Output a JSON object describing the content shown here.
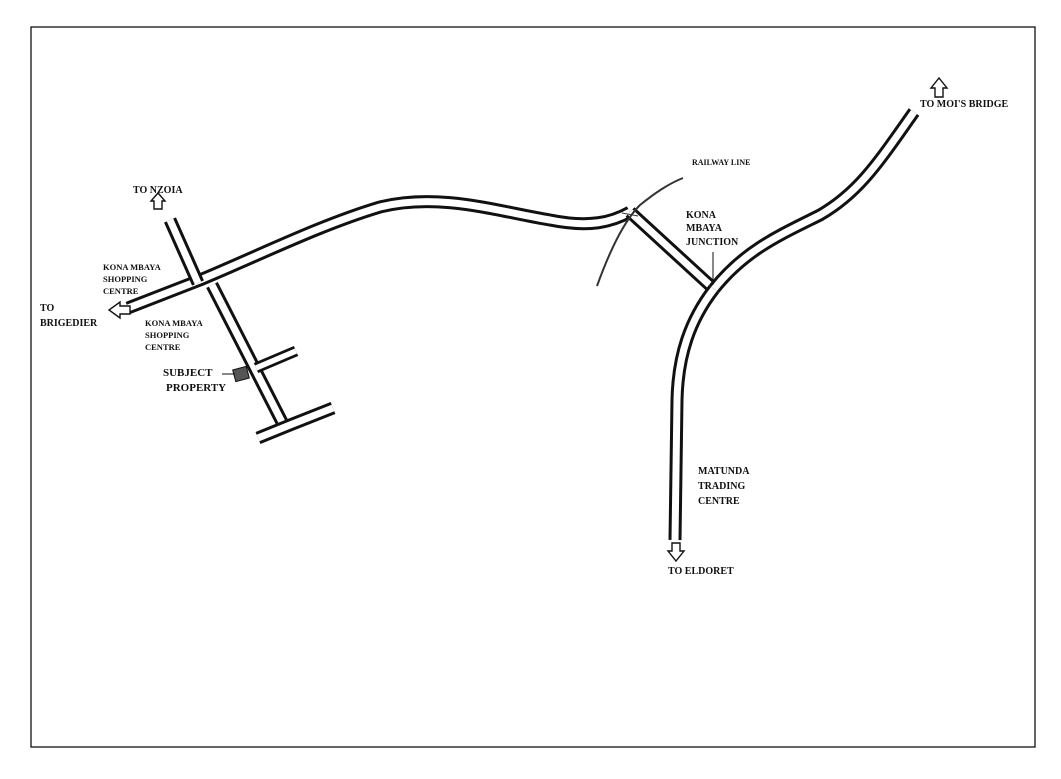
{
  "map": {
    "labels": {
      "to_nzoia": "TO NZOIA",
      "to_mois_bridge": "TO MOI'S BRIDGE",
      "railway_line": "RAILWAY LINE",
      "kona_mbaya_junction": [
        "KONA",
        "MBAYA",
        "JUNCTION"
      ],
      "kona_mbaya_shopping_north": [
        "KONA MBAYA",
        "SHOPPING",
        "CENTRE"
      ],
      "kona_mbaya_shopping_south": [
        "KONA MBAYA",
        "SHOPPING",
        "CENTRE"
      ],
      "to_brigedier": [
        "TO",
        "BRIGEDIER"
      ],
      "subject_property": [
        "SUBJECT",
        "PROPERTY"
      ],
      "matunda_trading_centre": [
        "MATUNDA",
        "TRADING",
        "CENTRE"
      ],
      "to_eldoret": "TO ELDORET"
    },
    "colors": {
      "ink": "#111111",
      "background": "#ffffff",
      "property_fill": "#555555"
    }
  }
}
